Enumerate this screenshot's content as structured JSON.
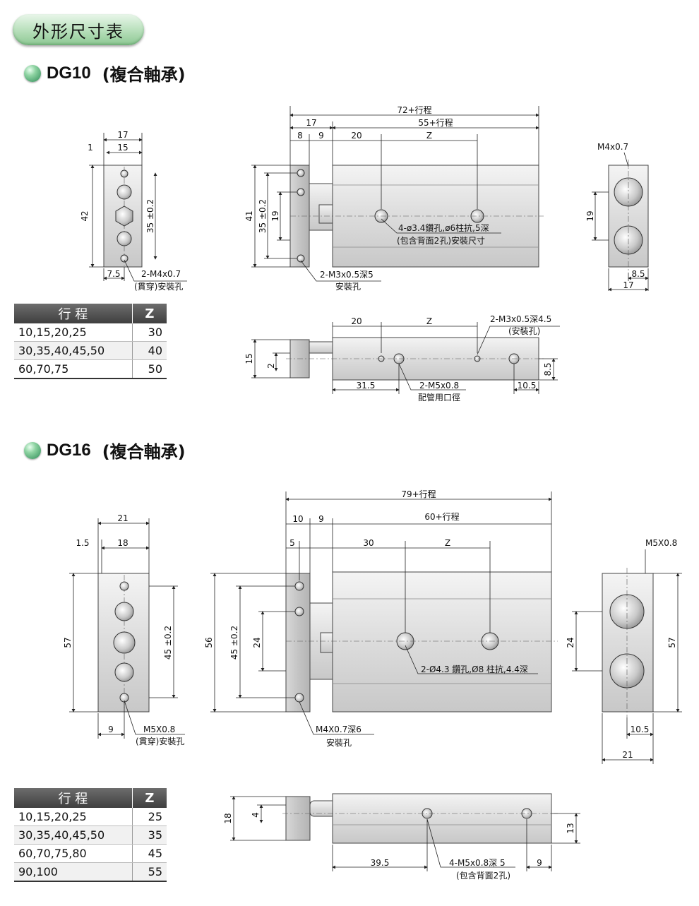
{
  "header": {
    "title": "外形尺寸表"
  },
  "dg10": {
    "model": "DG10",
    "bearing": "(複合軸承)",
    "table": {
      "headers": [
        "行 程",
        "Z"
      ],
      "rows": [
        {
          "stroke": "10,15,20,25",
          "z": "30"
        },
        {
          "stroke": "30,35,40,45,50",
          "z": "40"
        },
        {
          "stroke": "60,70,75",
          "z": "50"
        }
      ]
    },
    "side_view": {
      "d17": "17",
      "d1": "1",
      "d15": "15",
      "d42": "42",
      "d35": "35 ±0.2",
      "d7_5": "7.5",
      "note1": "2-M4x0.7",
      "note2": "(貫穿)安裝孔"
    },
    "front_view": {
      "d72": "72+行程",
      "d17": "17",
      "d55": "55+行程",
      "d8": "8",
      "d9": "9",
      "d20": "20",
      "dZ": "Z",
      "d41": "41",
      "d35": "35 ±0.2",
      "d19": "19",
      "hole_note1": "4-ø3.4鑽孔,ø6柱抗,5深",
      "hole_note2": "(包含背面2孔)安裝尺寸",
      "m3_note1": "2-M3x0.5深5",
      "m3_note2": "安裝孔"
    },
    "end_view": {
      "thread": "M4x0.7",
      "d19": "19",
      "d8_5": "8.5",
      "d17": "17"
    },
    "bottom_view": {
      "d20": "20",
      "dZ": "Z",
      "note_a1": "2-M3x0.5深4.5",
      "note_a2": "(安裝孔)",
      "d15": "15",
      "d2": "2",
      "d8_5": "8.5",
      "d31_5": "31.5",
      "note_b1": "2-M5x0.8",
      "note_b2": "配管用口徑",
      "d10_5": "10.5"
    }
  },
  "dg16": {
    "model": "DG16",
    "bearing": "(複合軸承)",
    "table": {
      "headers": [
        "行 程",
        "Z"
      ],
      "rows": [
        {
          "stroke": "10,15,20,25",
          "z": "25"
        },
        {
          "stroke": "30,35,40,45,50",
          "z": "35"
        },
        {
          "stroke": "60,70,75,80",
          "z": "45"
        },
        {
          "stroke": "90,100",
          "z": "55"
        }
      ]
    },
    "side_view": {
      "d21": "21",
      "d1_5": "1.5",
      "d18": "18",
      "d57": "57",
      "d45": "45 ±0.2",
      "d9": "9",
      "note1": "M5X0.8",
      "note2": "(貫穿)安裝孔"
    },
    "front_view": {
      "d79": "79+行程",
      "d10": "10",
      "d9": "9",
      "d60": "60+行程",
      "d5": "5",
      "d30": "30",
      "dZ": "Z",
      "d56": "56",
      "d45": "45 ±0.2",
      "d24": "24",
      "hole_note": "2-Ø4.3 鑽孔,Ø8 柱抗,4.4深",
      "m4_note1": "M4X0.7深6",
      "m4_note2": "安裝孔"
    },
    "end_view": {
      "thread": "M5X0.8",
      "d24": "24",
      "d57": "57",
      "d10_5": "10.5",
      "d21": "21"
    },
    "bottom_view": {
      "d18": "18",
      "d4": "4",
      "d13": "13",
      "d39_5": "39.5",
      "note1": "4-M5x0.8深 5",
      "note2": "(包含背面2孔)",
      "d9": "9"
    }
  }
}
